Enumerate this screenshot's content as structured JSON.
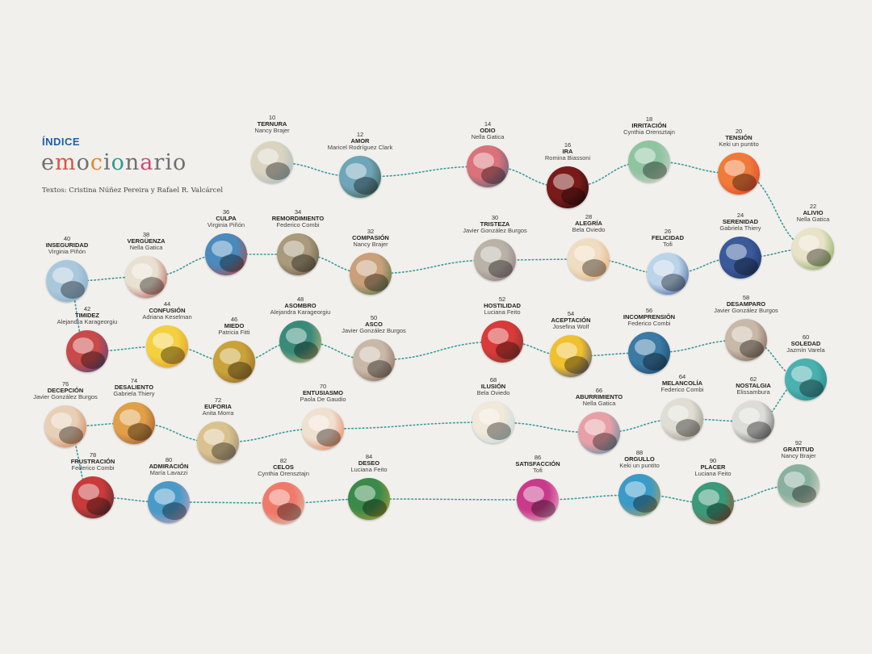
{
  "header": {
    "heading": "ÍNDICE",
    "logo_letters": [
      {
        "ch": "e",
        "color": "#6f6f6f"
      },
      {
        "ch": "m",
        "color": "#d9534a"
      },
      {
        "ch": "o",
        "color": "#6f6f6f"
      },
      {
        "ch": "c",
        "color": "#e08a2b"
      },
      {
        "ch": "i",
        "color": "#6f6f6f"
      },
      {
        "ch": "o",
        "color": "#2d9c8c"
      },
      {
        "ch": "n",
        "color": "#6f6f6f"
      },
      {
        "ch": "a",
        "color": "#c84a7a"
      },
      {
        "ch": "r",
        "color": "#6f6f6f"
      },
      {
        "ch": "i",
        "color": "#6f6f6f"
      },
      {
        "ch": "o",
        "color": "#6f6f6f"
      }
    ],
    "credits": "Textos: Cristina Núñez Pereira y Rafael R. Valcárcel"
  },
  "path_color": "#3a9a9c",
  "emotions": [
    {
      "page": "10",
      "name": "TERNURA",
      "author": "Nancy Brajer",
      "colors": [
        "#d9d3c0",
        "#9ab7c2"
      ]
    },
    {
      "page": "12",
      "name": "AMOR",
      "author": "Maricel Rodríguez Clark",
      "colors": [
        "#6fa5b8",
        "#2f4b3c"
      ]
    },
    {
      "page": "14",
      "name": "ODIO",
      "author": "Nella Gatica",
      "colors": [
        "#d9727a",
        "#3a5f7c"
      ]
    },
    {
      "page": "16",
      "name": "IRA",
      "author": "Romina Biassoni",
      "colors": [
        "#7a1b1b",
        "#1a0a0a"
      ]
    },
    {
      "page": "18",
      "name": "IRRITACIÓN",
      "author": "Cynthia Orensztajn",
      "colors": [
        "#8fc4a0",
        "#d8d2c8"
      ]
    },
    {
      "page": "20",
      "name": "TENSIÓN",
      "author": "Keki un puntito",
      "colors": [
        "#f07a3a",
        "#d63a2a"
      ]
    },
    {
      "page": "22",
      "name": "ALIVIO",
      "author": "Nella Gatica",
      "colors": [
        "#e8e2c8",
        "#6a9a3a"
      ]
    },
    {
      "page": "24",
      "name": "SERENIDAD",
      "author": "Gabriela Thiery",
      "colors": [
        "#3a5a9a",
        "#1d2d5a"
      ]
    },
    {
      "page": "26",
      "name": "FELICIDAD",
      "author": "Tofi",
      "colors": [
        "#bcd4ea",
        "#2d4b8a"
      ]
    },
    {
      "page": "28",
      "name": "ALEGRÍA",
      "author": "Bela Oviedo",
      "colors": [
        "#f0dcc0",
        "#e2a56a"
      ]
    },
    {
      "page": "30",
      "name": "TRISTEZA",
      "author": "Javier González Burgos",
      "colors": [
        "#b9b2a6",
        "#8a6f7a"
      ]
    },
    {
      "page": "32",
      "name": "COMPASIÓN",
      "author": "Nancy Brajer",
      "colors": [
        "#c9a07a",
        "#3a6a3a"
      ]
    },
    {
      "page": "34",
      "name": "REMORDIMIENTO",
      "author": "Federico Combi",
      "colors": [
        "#a89a7a",
        "#5a4d3a"
      ]
    },
    {
      "page": "36",
      "name": "CULPA",
      "author": "Virginia Piñón",
      "colors": [
        "#4a8abc",
        "#c93a2a"
      ]
    },
    {
      "page": "38",
      "name": "VERGÜENZA",
      "author": "Nella Gatica",
      "colors": [
        "#e8e0d0",
        "#a93a3a"
      ]
    },
    {
      "page": "40",
      "name": "INSEGURIDAD",
      "author": "Virginia Piñón",
      "colors": [
        "#aac8dc",
        "#7aa5c2"
      ]
    },
    {
      "page": "42",
      "name": "TIMIDEZ",
      "author": "Alejandra Karageorgiu",
      "colors": [
        "#c94a4a",
        "#3a4a8a"
      ]
    },
    {
      "page": "44",
      "name": "CONFUSIÓN",
      "author": "Adriana Keselman",
      "colors": [
        "#f4d040",
        "#d88a2a"
      ]
    },
    {
      "page": "46",
      "name": "MIEDO",
      "author": "Patricia Fitti",
      "colors": [
        "#c9a23a",
        "#8a5a2a"
      ]
    },
    {
      "page": "48",
      "name": "ASOMBRO",
      "author": "Alejandra Karageorgiu",
      "colors": [
        "#3a8a7a",
        "#e0c070"
      ]
    },
    {
      "page": "50",
      "name": "ASCO",
      "author": "Javier González Burgos",
      "colors": [
        "#c8b8a8",
        "#7a5a4a"
      ]
    },
    {
      "page": "52",
      "name": "HOSTILIDAD",
      "author": "Luciana Feito",
      "colors": [
        "#d93a3a",
        "#6a3a2a"
      ]
    },
    {
      "page": "54",
      "name": "ACEPTACIÓN",
      "author": "Josefina Wolf",
      "colors": [
        "#f0c030",
        "#2a3a8a"
      ]
    },
    {
      "page": "56",
      "name": "INCOMPRENSIÓN",
      "author": "Federico Combi",
      "colors": [
        "#3a7aa5",
        "#1a3a5a"
      ]
    },
    {
      "page": "58",
      "name": "DESAMPARO",
      "author": "Javier González Burgos",
      "colors": [
        "#c8b8a8",
        "#6a5040"
      ]
    },
    {
      "page": "60",
      "name": "SOLEDAD",
      "author": "Jazmín Varela",
      "colors": [
        "#4ab0b0",
        "#1f7a7a"
      ]
    },
    {
      "page": "62",
      "name": "NOSTALGIA",
      "author": "Elissambura",
      "colors": [
        "#dcdcd8",
        "#4a4a4a"
      ]
    },
    {
      "page": "64",
      "name": "MELANCOLÍA",
      "author": "Federico Combi",
      "colors": [
        "#e0ddd4",
        "#8a8070"
      ]
    },
    {
      "page": "66",
      "name": "ABURRIMIENTO",
      "author": "Nella Gatica",
      "colors": [
        "#e8a0a8",
        "#3a8aa5"
      ]
    },
    {
      "page": "68",
      "name": "ILUSIÓN",
      "author": "Bela Oviedo",
      "colors": [
        "#f0e8d8",
        "#b8d8e0"
      ]
    },
    {
      "page": "70",
      "name": "ENTUSIASMO",
      "author": "Paola De Gaudio",
      "colors": [
        "#f0e0d0",
        "#e06a3a"
      ]
    },
    {
      "page": "72",
      "name": "EUFORIA",
      "author": "Anita Morra",
      "colors": [
        "#d9c290",
        "#8a7a6a"
      ]
    },
    {
      "page": "74",
      "name": "DESALIENTO",
      "author": "Gabriela Thiery",
      "colors": [
        "#e0a04a",
        "#8a4a2a"
      ]
    },
    {
      "page": "76",
      "name": "DECEPCIÓN",
      "author": "Javier González Burgos",
      "colors": [
        "#e8d0b8",
        "#c9703a"
      ]
    },
    {
      "page": "78",
      "name": "FRUSTRACIÓN",
      "author": "Federico Combi",
      "colors": [
        "#c93a3a",
        "#3a2a2a"
      ]
    },
    {
      "page": "80",
      "name": "ADMIRACIÓN",
      "author": "María Lavazzi",
      "colors": [
        "#4a9ac8",
        "#e0a0b0"
      ]
    },
    {
      "page": "82",
      "name": "CELOS",
      "author": "Cynthia Orensztajn",
      "colors": [
        "#f07a6a",
        "#d8c8b8"
      ]
    },
    {
      "page": "84",
      "name": "DESEO",
      "author": "Luciana Feito",
      "colors": [
        "#3a8a4a",
        "#c8a030"
      ]
    },
    {
      "page": "86",
      "name": "SATISFACCIÓN",
      "author": "Tofi",
      "colors": [
        "#c93a8a",
        "#e8c8d8"
      ]
    },
    {
      "page": "88",
      "name": "ORGULLO",
      "author": "Keki un puntito",
      "colors": [
        "#3a9ac8",
        "#c9a040"
      ]
    },
    {
      "page": "90",
      "name": "PLACER",
      "author": "Luciana Feito",
      "colors": [
        "#3a9a7a",
        "#b83a2a"
      ]
    },
    {
      "page": "92",
      "name": "GRATITUD",
      "author": "Nancy Brajer",
      "colors": [
        "#8ab0a0",
        "#e8e0c8"
      ]
    }
  ]
}
